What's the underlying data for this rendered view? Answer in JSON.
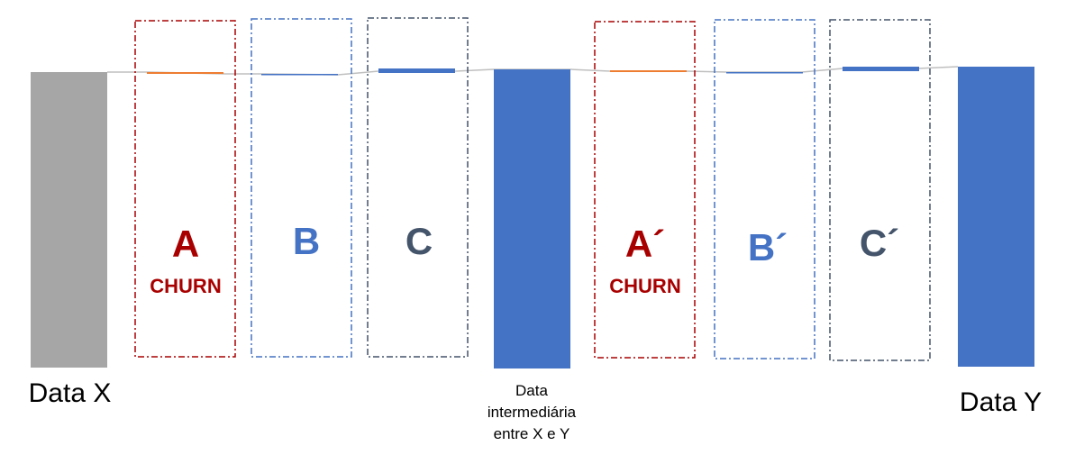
{
  "colors": {
    "start_bar": "#a6a6a6",
    "end_bar": "#4472c4",
    "connector": "#bfbfbf",
    "group_red": "#a80000",
    "group_blue": "#4472c4",
    "group_dark": "#44546a",
    "step_orange": "#ed7d31"
  },
  "bars": {
    "start_label": "Data X",
    "middle_label": "Data intermediária entre X e Y",
    "middle_label_lines": [
      "Data",
      "intermediária",
      "entre X e Y"
    ],
    "end_label": "Data Y"
  },
  "groups": [
    {
      "letter": "A",
      "sub": "CHURN",
      "color_key": "group_red",
      "step_color_key": "step_orange",
      "change": -1
    },
    {
      "letter": "B",
      "sub": "",
      "color_key": "group_blue",
      "step_color_key": "group_blue",
      "change": -1
    },
    {
      "letter": "C",
      "sub": "",
      "color_key": "group_dark",
      "step_color_key": "group_blue",
      "change": 5
    },
    {
      "letter": "A´",
      "sub": "CHURN",
      "color_key": "group_red",
      "step_color_key": "step_orange",
      "change": -1
    },
    {
      "letter": "B´",
      "sub": "",
      "color_key": "group_blue",
      "step_color_key": "group_blue",
      "change": -1
    },
    {
      "letter": "C´",
      "sub": "",
      "color_key": "group_dark",
      "step_color_key": "group_blue",
      "change": 5
    }
  ]
}
